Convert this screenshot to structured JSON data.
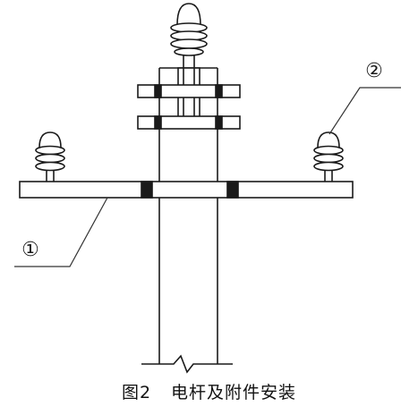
{
  "figure": {
    "caption_number": "图2",
    "caption_text": "电杆及附件安装"
  },
  "callouts": [
    {
      "symbol": "①"
    },
    {
      "symbol": "②"
    }
  ],
  "colors": {
    "line": "#1a1a1a",
    "fill": "#ffffff",
    "callout": "#333333"
  }
}
